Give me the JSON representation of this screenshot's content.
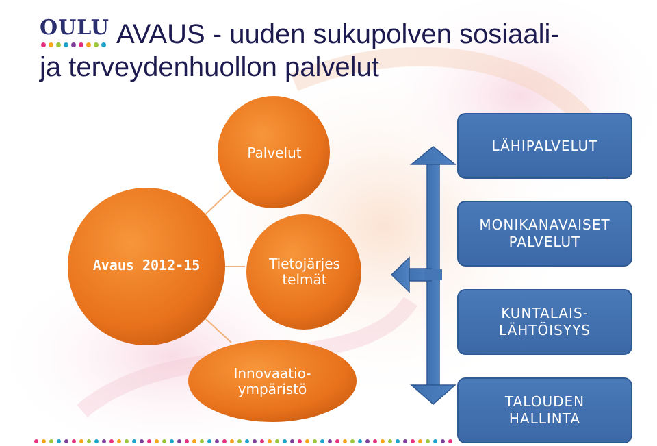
{
  "logo": {
    "text": "OULU",
    "dot_colors": [
      "#e2317f",
      "#f4a51c",
      "#9bc53d",
      "#1fa3c9",
      "#7e3f98",
      "#e2317f",
      "#f4a51c",
      "#9bc53d",
      "#1fa3c9"
    ]
  },
  "slide": {
    "title_line1": "AVAUS - uuden sukupolven sosiaali-",
    "title_line2": "ja terveydenhuollon palvelut"
  },
  "diagram": {
    "center": {
      "label": "Avaus 2012-15"
    },
    "branches": [
      {
        "label": "Palvelut"
      },
      {
        "label_line1": "Tietojärjes",
        "label_line2": "telmät"
      },
      {
        "label_line1": "Innovaatio-",
        "label_line2": "ympäristö"
      }
    ],
    "boxes": [
      {
        "label_line1": "LÄHIPALVELUT",
        "label_line2": ""
      },
      {
        "label_line1": "MONIKANAVAISET",
        "label_line2": "PALVELUT"
      },
      {
        "label_line1": "KUNTALAIS-",
        "label_line2": "LÄHTÖISYYS"
      },
      {
        "label_line1": "TALOUDEN",
        "label_line2": "HALLINTA"
      }
    ],
    "colors": {
      "orange": "#e8721c",
      "orange_dark": "#c75a10",
      "blue": "#4a7ab8",
      "blue_border": "#2f5a93",
      "connector": "#f1b27a"
    }
  },
  "footer": {
    "dot_colors": [
      "#e2317f",
      "#f4a51c",
      "#9bc53d",
      "#1fa3c9",
      "#7e3f98"
    ]
  }
}
